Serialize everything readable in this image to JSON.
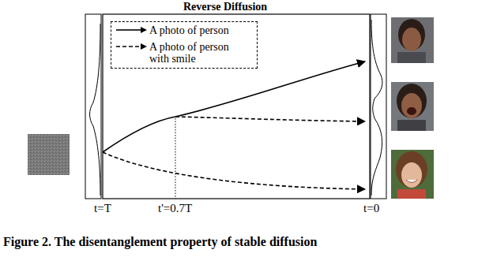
{
  "diagram": {
    "title": "Reverse Diffusion",
    "caption": "Figure 2. The disentanglement property of stable diffusion",
    "labels": [
      "t=T",
      "t'=0.7T",
      "t=0"
    ],
    "legend": [
      {
        "text": "A photo of person"
      },
      {
        "text": "A photo of person with smile"
      }
    ]
  }
}
